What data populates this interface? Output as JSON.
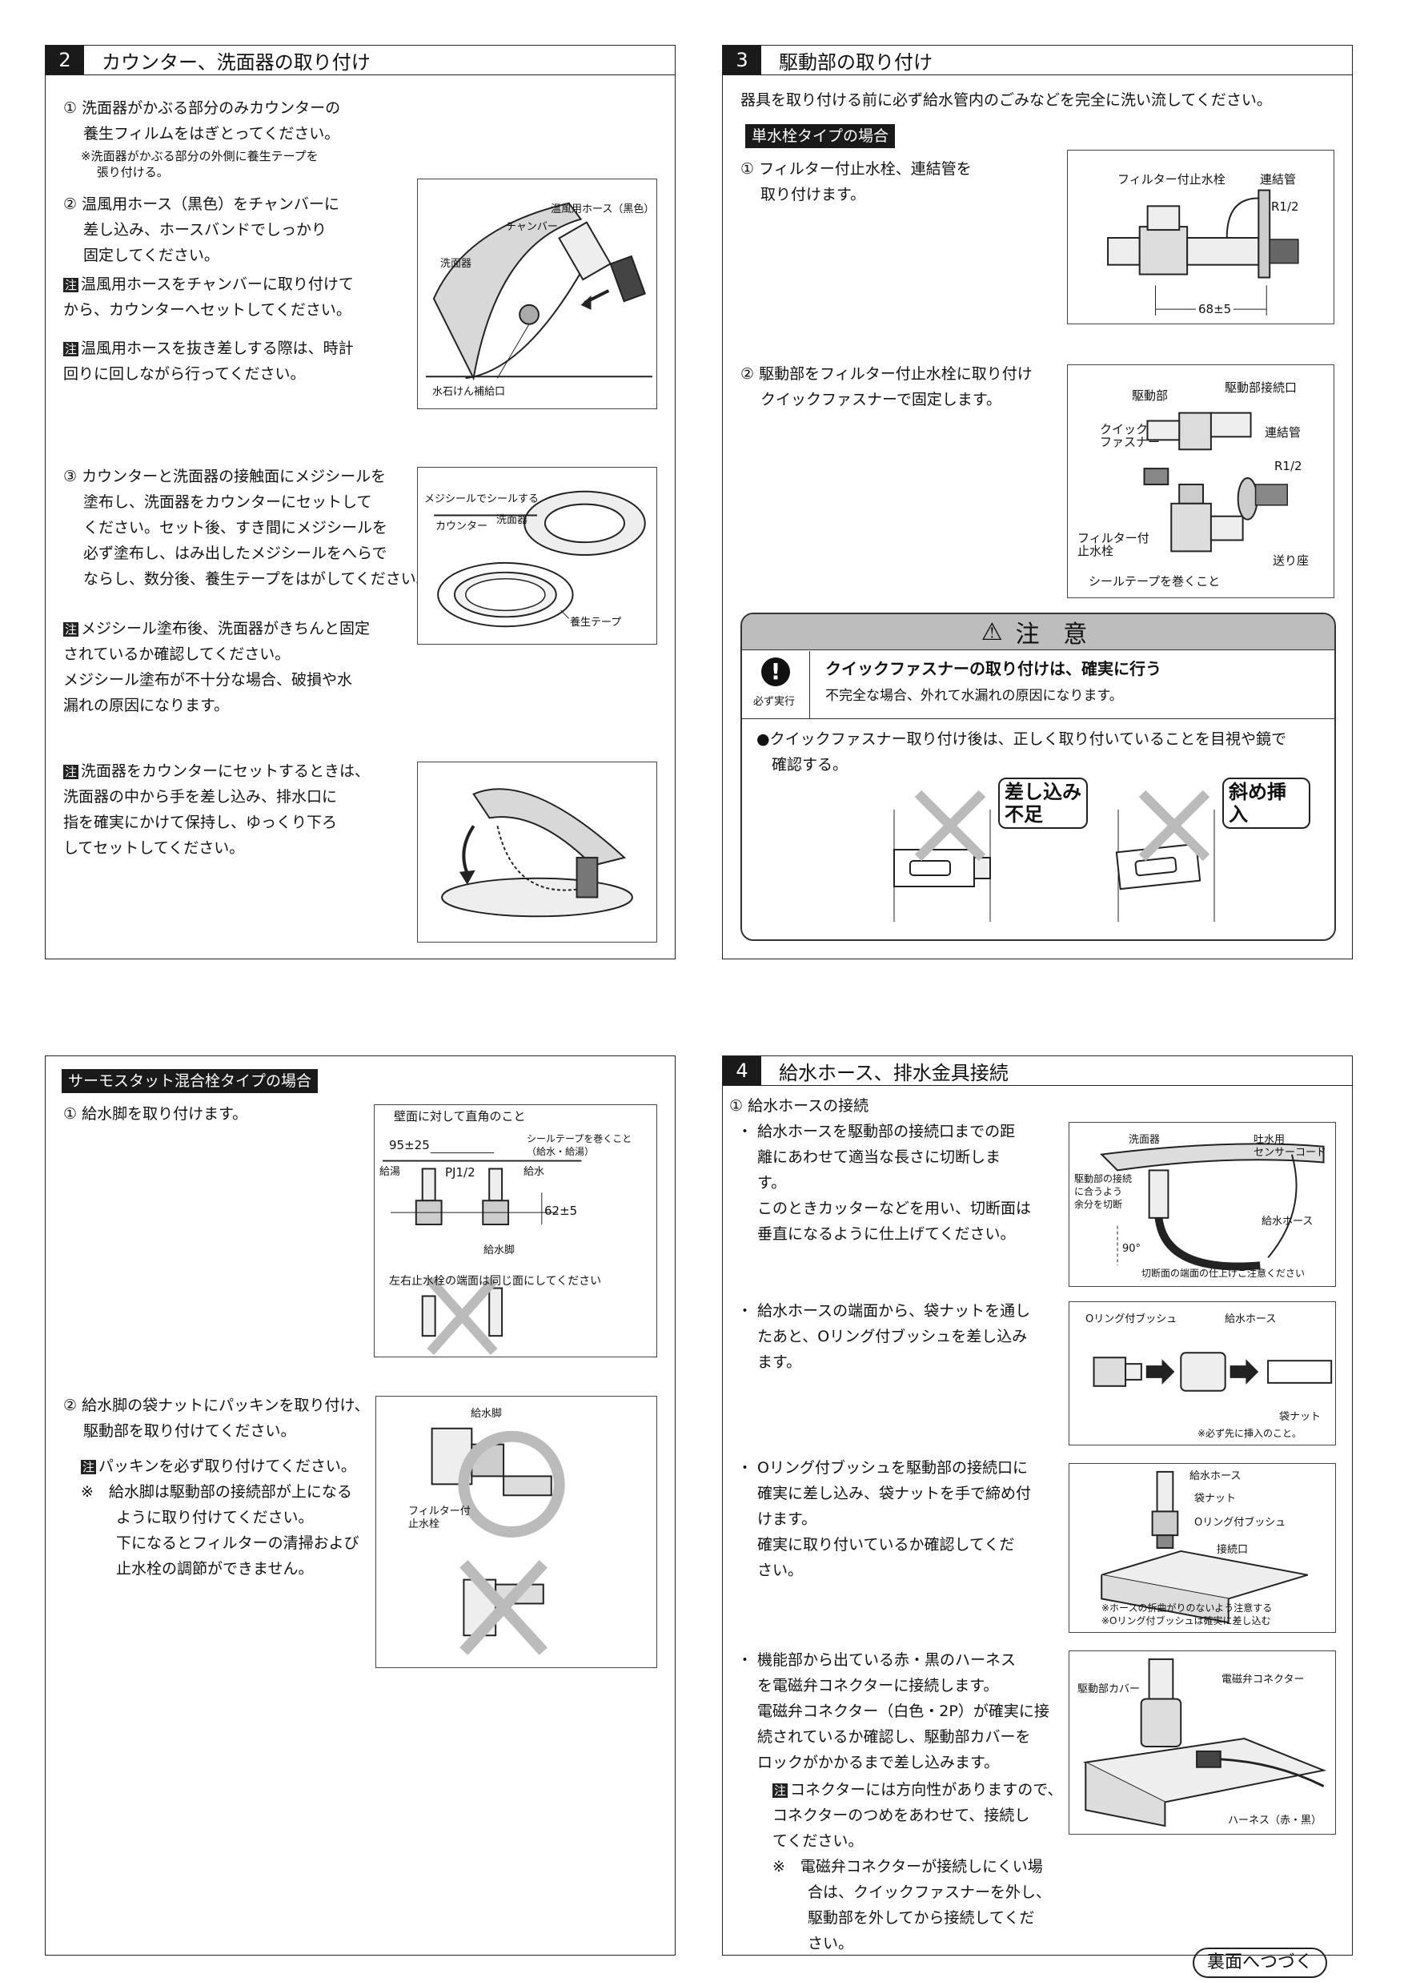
{
  "s2": {
    "num": "2",
    "title": "カウンター、洗面器の取り付け",
    "step1": "① 洗面器がかぶる部分のみカウンターの\n　 養生フィルムをはぎとってください。",
    "step1_note": "※洗面器がかぶる部分の外側に養生テープを\n　 張り付ける。",
    "step2": "② 温風用ホース（黒色）をチャンバーに\n　 差し込み、ホースバンドでしっかり\n　 固定してください。",
    "note_mark": "注",
    "note1": "温風用ホースをチャンバーに取り付けて\nから、カウンターへセットしてください。",
    "note2": "温風用ホースを抜き差しする際は、時計\n回りに回しながら行ってください。",
    "fig1": {
      "hose": "温風用ホース（黒色）",
      "chamber": "チャンバー",
      "basin": "洗面器",
      "soap": "水石けん補給口"
    },
    "step3": "③ カウンターと洗面器の接触面にメジシールを\n　 塗布し、洗面器をカウンターにセットして\n　 ください。セット後、すき間にメジシールを\n　 必ず塗布し、はみ出したメジシールをへらで\n　 ならし、数分後、養生テープをはがしてください。",
    "fig2": {
      "seal": "メジシールでシールする",
      "counter": "カウンター",
      "basin": "洗面器",
      "tape": "養生テープ"
    },
    "note3": "メジシール塗布後、洗面器がきちんと固定\nされているか確認してください。\nメジシール塗布が不十分な場合、破損や水\n漏れの原因になります。",
    "note4": "洗面器をカウンターにセットするときは、\n洗面器の中から手を差し込み、排水口に\n指を確実にかけて保持し、ゆっくり下ろ\nしてセットしてください。"
  },
  "s3": {
    "num": "3",
    "title": "駆動部の取り付け",
    "intro": "器具を取り付ける前に必ず給水管内のごみなどを完全に洗い流してください。",
    "tag": "単水栓タイプの場合",
    "step1": "① フィルター付止水栓、連結管を\n　 取り付けます。",
    "fig1": {
      "valve": "フィルター付止水栓",
      "pipe": "連結管",
      "r": "R1/2",
      "dim": "68±5"
    },
    "step2": "② 駆動部をフィルター付止水栓に取り付け\n　 クイックファスナーで固定します。",
    "fig2": {
      "drive": "駆動部",
      "port": "駆動部接続口",
      "fastener": "クイック\nファスナー",
      "pipe": "連結管",
      "r": "R1/2",
      "valve": "フィルター付\n止水栓",
      "plate": "送り座",
      "tape": "シールテープを巻くこと"
    },
    "caution": {
      "title": "注 意",
      "icon_label": "必ず実行",
      "main": "クイックファスナーの取り付けは、確実に行う",
      "sub": "不完全な場合、外れて水漏れの原因になります。",
      "bullet": "●クイックファスナー取り付け後は、正しく取り付いていることを目視や鏡で\n　確認する。",
      "bad1": "差し込み\n不足",
      "bad2": "斜め挿入"
    }
  },
  "s4": {
    "tag": "サーモスタット混合栓タイプの場合",
    "step1": "① 給水脚を取り付けます。",
    "fig1": {
      "wall": "壁面に対して直角のこと",
      "dim1": "95±25",
      "tape": "シールテープを巻くこと\n（給水・給湯）",
      "hot": "給湯",
      "pj": "PJ1/2",
      "cold": "給水",
      "dim2": "62±5",
      "leg": "給水脚",
      "note": "左右止水栓の端面は同じ面にしてください"
    },
    "step2": "② 給水脚の袋ナットにパッキンを取り付け、\n　 駆動部を取り付けてください。",
    "note1": "パッキンを必ず取り付けてください。",
    "note2": "※　給水脚は駆動部の接続部が上になる\n　　 ように取り付けてください。\n　　 下になるとフィルターの清掃および\n　　 止水栓の調節ができません。",
    "fig2": {
      "leg": "給水脚",
      "valve": "フィルター付\n止水栓"
    }
  },
  "s5": {
    "num": "4",
    "title": "給水ホース、排水金具接続",
    "sub1": "① 給水ホースの接続",
    "p1": "・ 給水ホースを駆動部の接続口までの距\n　 離にあわせて適当な長さに切断しま\n　 す。\n　 このときカッターなどを用い、切断面は\n　 垂直になるように仕上げてください。",
    "fig1": {
      "basin": "洗面器",
      "sensor": "吐水用\nセンサーコード",
      "cut": "駆動部の接続\nに合うよう\n余分を切断",
      "hose": "給水ホース",
      "angle": "90°",
      "finish": "切断面の端面の仕上げご注意ください"
    },
    "p2": "・ 給水ホースの端面から、袋ナットを通し\n　 たあと、Oリング付ブッシュを差し込み\n　 ます。",
    "fig2": {
      "bush": "Oリング付ブッシュ",
      "hose": "給水ホース",
      "nut": "袋ナット",
      "note": "※必ず先に挿入のこと。"
    },
    "p3": "・ Oリング付ブッシュを駆動部の接続口に\n　 確実に差し込み、袋ナットを手で締め付\n　 けます。\n　 確実に取り付いているか確認してくだ\n　 さい。",
    "fig3": {
      "hose": "給水ホース",
      "nut": "袋ナット",
      "bush": "Oリング付ブッシュ",
      "port": "接続口",
      "note": "※ホースの折曲がりのないよう注意する\n※Oリング付ブッシュは確実に差し込む"
    },
    "p4": "・ 機能部から出ている赤・黒のハーネス\n　 を電磁弁コネクターに接続します。\n　 電磁弁コネクター（白色・2P）が確実に接\n　 続されているか確認し、駆動部カバーを\n　 ロックがかかるまで差し込みます。",
    "note1": "コネクターには方向性がありますので、\nコネクターのつめをあわせて、接続し\nてください。",
    "note2": "※　電磁弁コネクターが接続しにくい場\n　　 合は、クイックファスナーを外し、\n　　 駆動部を外してから接続してくだ\n　　 さい。",
    "fig4": {
      "cover": "駆動部カバー",
      "conn": "電磁弁コネクター",
      "harness": "ハーネス（赤・黒）"
    }
  },
  "footer": {
    "continue": "裏面へつづく"
  }
}
